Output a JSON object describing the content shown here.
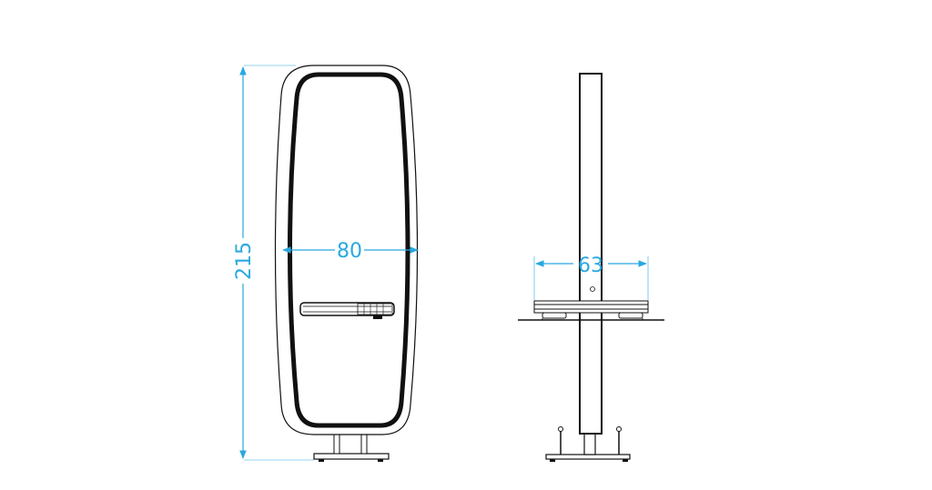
{
  "drawing": {
    "front_view": {
      "width_label": "80",
      "height_label": "215"
    },
    "side_view": {
      "depth_label": "63"
    }
  },
  "colors": {
    "dimension": "#29a8e0",
    "outline": "#111111",
    "background": "#ffffff"
  }
}
